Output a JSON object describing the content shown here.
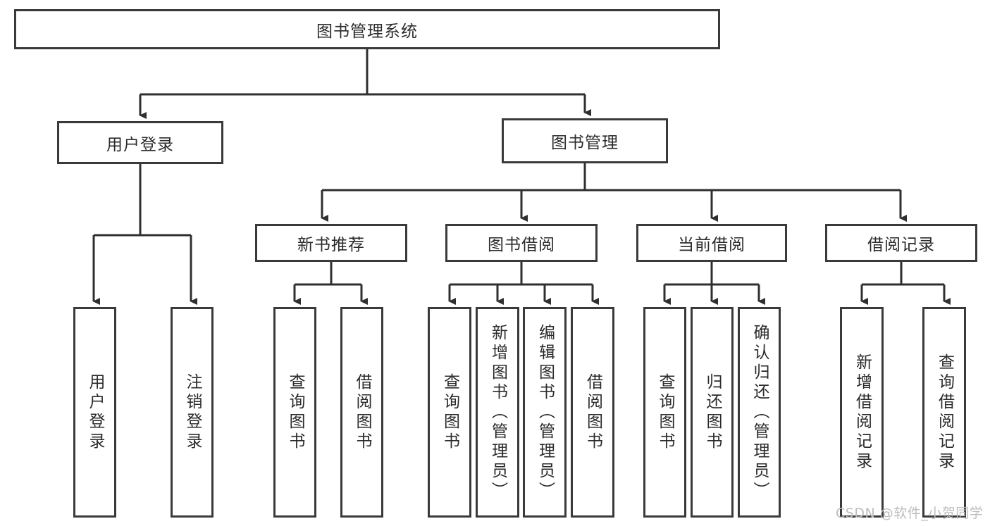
{
  "diagram": {
    "type": "hierarchy-tree",
    "title": "图书管理系统",
    "root": {
      "id": "root",
      "label": "图书管理系统"
    },
    "level2": [
      {
        "id": "user-login",
        "label": "用户登录"
      },
      {
        "id": "book-manage",
        "label": "图书管理"
      }
    ],
    "level3": [
      {
        "id": "new-book-recommend",
        "label": "新书推荐",
        "parent": "book-manage"
      },
      {
        "id": "book-borrow",
        "label": "图书借阅",
        "parent": "book-manage"
      },
      {
        "id": "current-borrow",
        "label": "当前借阅",
        "parent": "book-manage"
      },
      {
        "id": "borrow-record",
        "label": "借阅记录",
        "parent": "book-manage"
      }
    ],
    "leaves": {
      "user_login": [
        {
          "id": "leaf-user-login",
          "label": "用户登录"
        },
        {
          "id": "leaf-user-logout",
          "label": "注销登录"
        }
      ],
      "new_book_recommend": [
        {
          "id": "leaf-query-book-1",
          "label": "查询图书"
        },
        {
          "id": "leaf-borrow-book-1",
          "label": "借阅图书"
        }
      ],
      "book_borrow": [
        {
          "id": "leaf-query-book-2",
          "label": "查询图书"
        },
        {
          "id": "leaf-add-book",
          "label": "新增图书（管理员）"
        },
        {
          "id": "leaf-edit-book",
          "label": "编辑图书（管理员）"
        },
        {
          "id": "leaf-borrow-book-2",
          "label": "借阅图书"
        }
      ],
      "current_borrow": [
        {
          "id": "leaf-query-book-3",
          "label": "查询图书"
        },
        {
          "id": "leaf-return-book",
          "label": "归还图书"
        },
        {
          "id": "leaf-confirm-return",
          "label": "确认归还（管理员）"
        }
      ],
      "borrow_record": [
        {
          "id": "leaf-add-record",
          "label": "新增借阅记录"
        },
        {
          "id": "leaf-query-record",
          "label": "查询借阅记录"
        }
      ]
    }
  },
  "watermark": {
    "text": "CSDN @软件_小贺同学"
  },
  "colors": {
    "stroke": "#3a3a3a",
    "text": "#2b2b2b",
    "background": "#ffffff",
    "watermark": "#bdbdbd"
  }
}
